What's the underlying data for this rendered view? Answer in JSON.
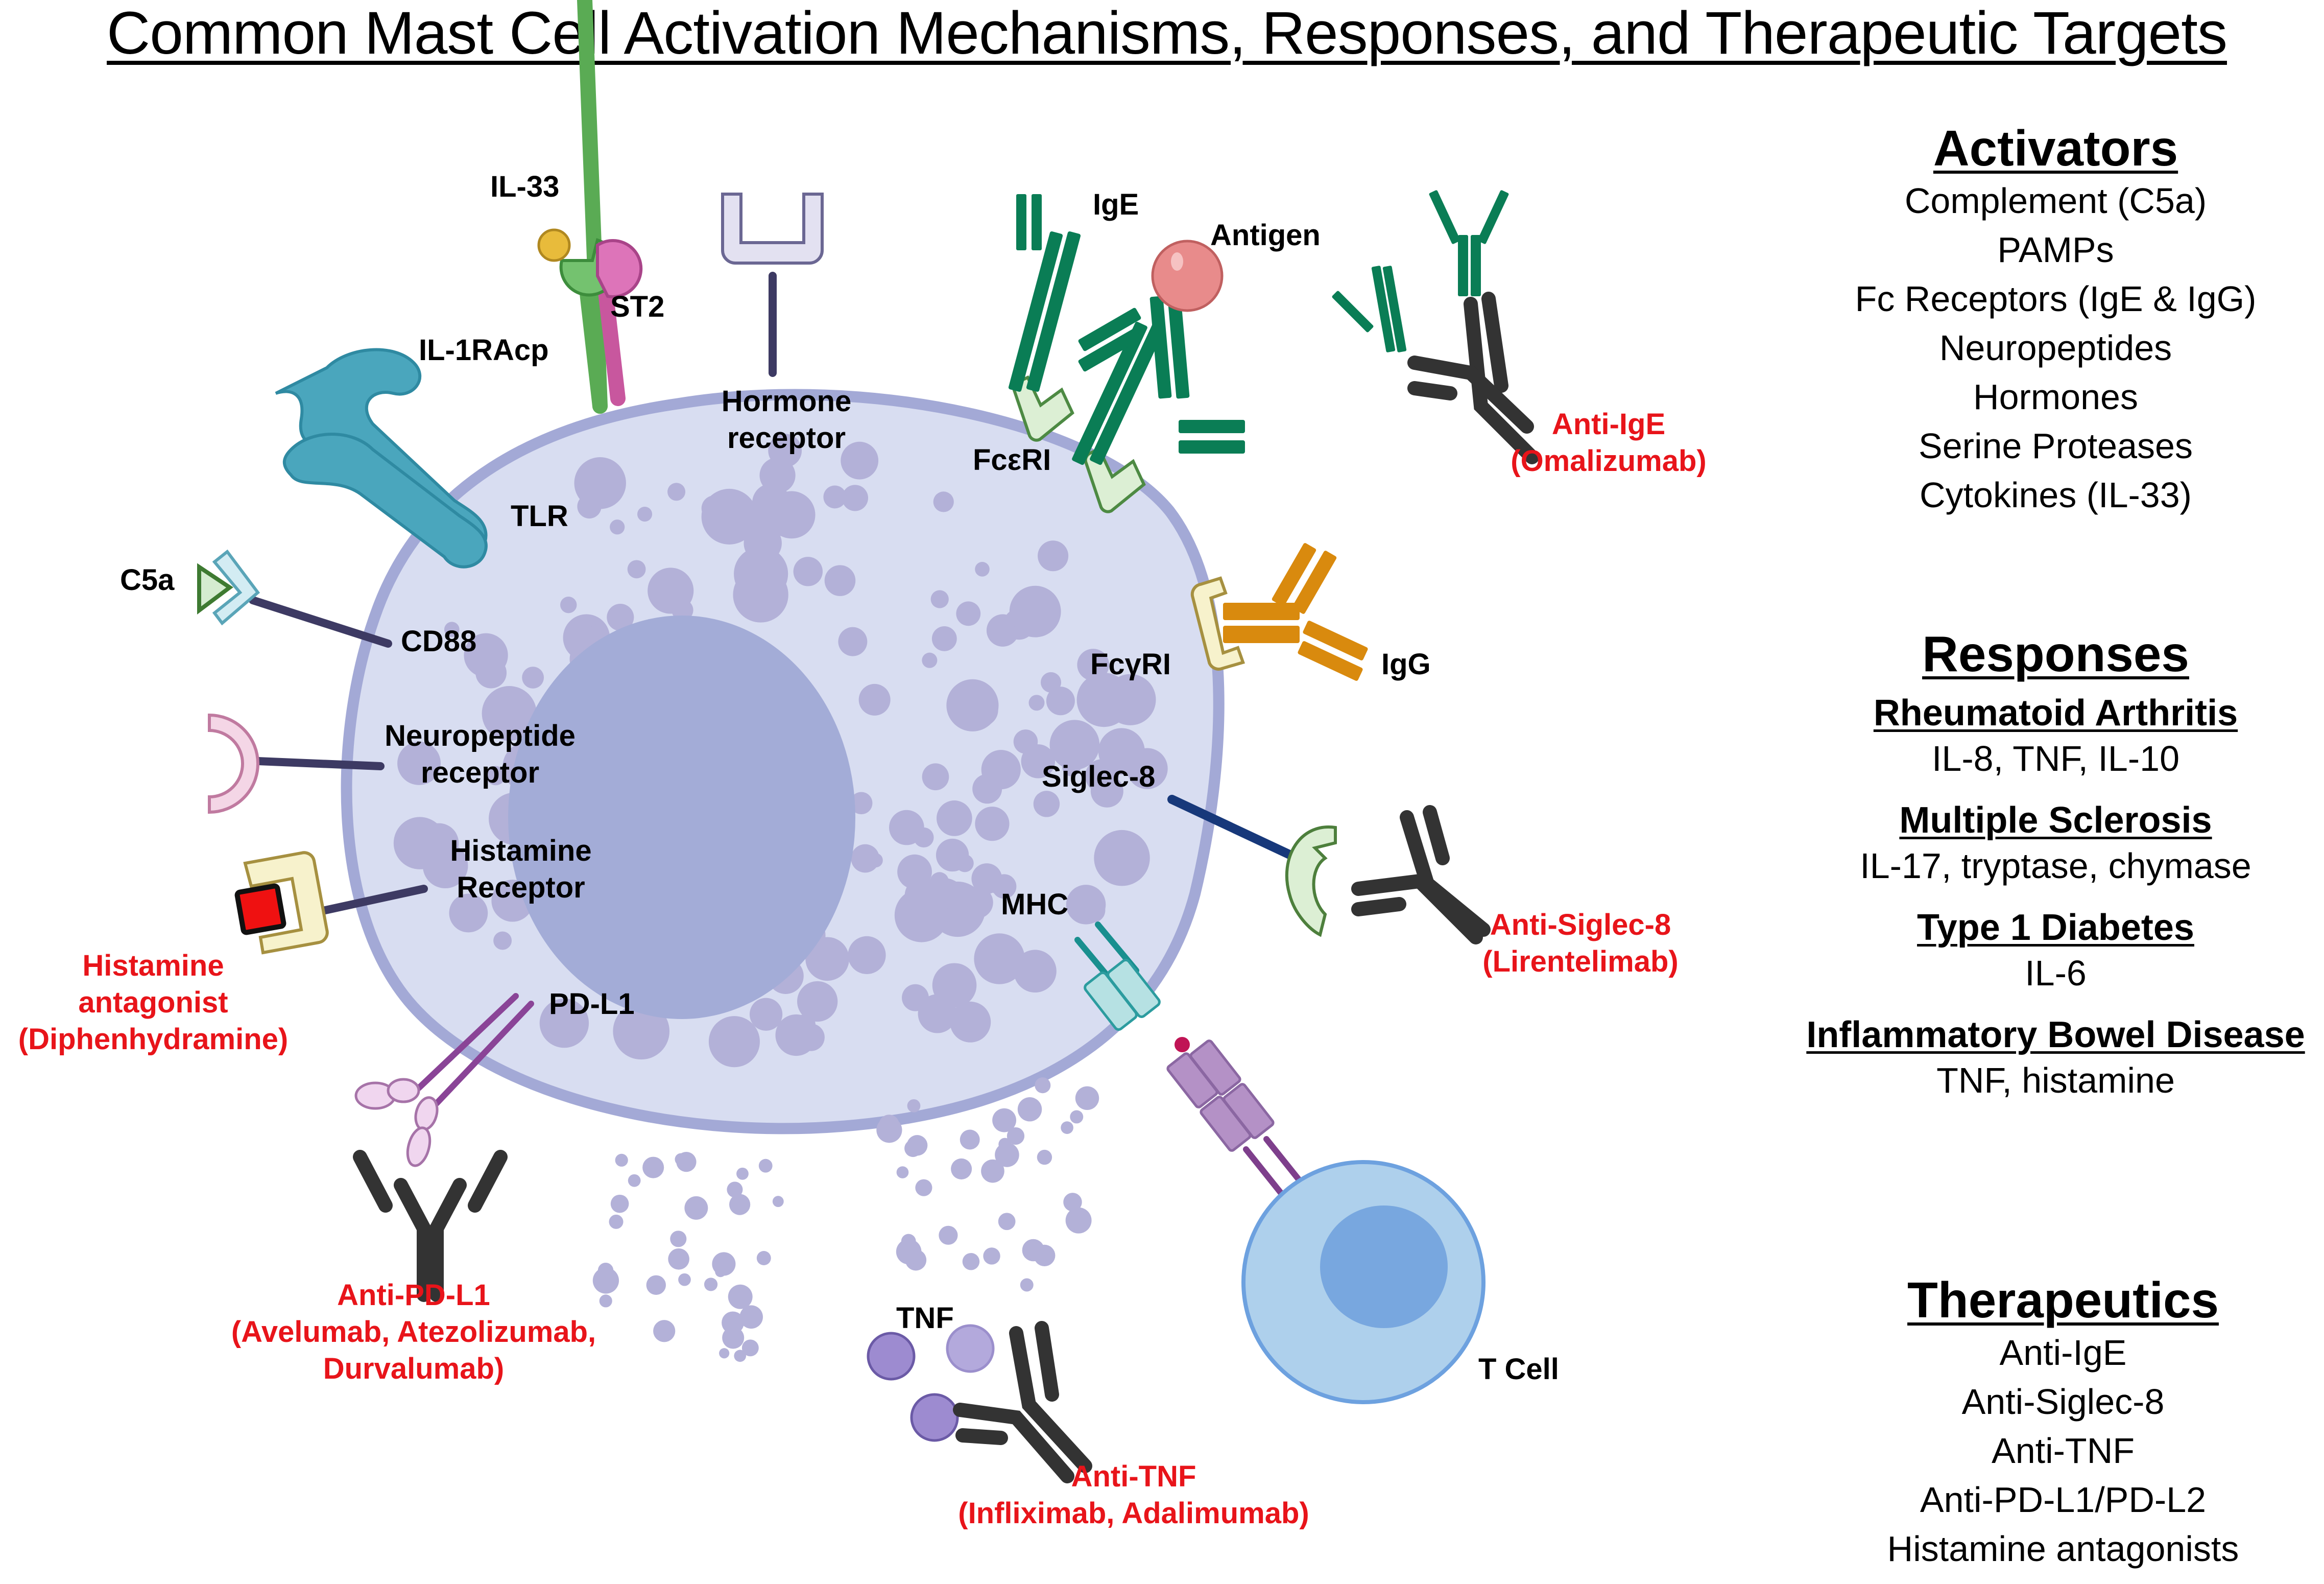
{
  "title": "Common Mast Cell Activation Mechanisms, Responses, and Therapeutic Targets",
  "colors": {
    "cell_cytoplasm": "#d8ddf1",
    "cell_membrane": "#a3a9d6",
    "granule": "#b3b1d8",
    "nucleus": "#a3acd7",
    "therapeutic_label": "#e8141a",
    "ige_antibody": "#0a7d55",
    "igg_antibody": "#d98a0e",
    "therapeutic_antibody": "#333333",
    "t_cell": "#aed0ec",
    "t_cell_nucleus": "#78a7df"
  },
  "diagram": {
    "receptors": {
      "il33": "IL-33",
      "st2": "ST2",
      "il1racp": "IL-1RAcp",
      "hormone": "Hormone receptor",
      "tlr": "TLR",
      "c5a": "C5a",
      "cd88": "CD88",
      "neuropeptide": "Neuropeptide receptor",
      "histamine": "Histamine Receptor",
      "pdl1": "PD-L1",
      "ige": "IgE",
      "antigen": "Antigen",
      "fceri": "FcεRI",
      "fcgri": "FcγRI",
      "igg": "IgG",
      "siglec8": "Siglec-8",
      "mhc": "MHC",
      "tnf": "TNF",
      "tcell": "T Cell"
    },
    "therapeutics": {
      "anti_ige": {
        "name": "Anti-IgE",
        "drug": "(Omalizumab)"
      },
      "anti_siglec8": {
        "name": "Anti-Siglec-8",
        "drug": "(Lirentelimab)"
      },
      "histamine_antagonist": {
        "name": "Histamine antagonist",
        "drug": "(Diphenhydramine)"
      },
      "anti_pdl1": {
        "name": "Anti-PD-L1",
        "drug": "(Avelumab, Atezolizumab, Durvalumab)"
      },
      "anti_tnf": {
        "name": "Anti-TNF",
        "drug": "(Infliximab, Adalimumab)"
      }
    }
  },
  "sidebar": {
    "activators": {
      "heading": "Activators",
      "items": [
        "Complement (C5a)",
        "PAMPs",
        "Fc Receptors (IgE & IgG)",
        "Neuropeptides",
        "Hormones",
        "Serine Proteases",
        "Cytokines (IL-33)"
      ]
    },
    "responses": {
      "heading": "Responses",
      "diseases": [
        {
          "name": "Rheumatoid Arthritis",
          "mediators": "IL-8, TNF, IL-10"
        },
        {
          "name": "Multiple Sclerosis",
          "mediators": "IL-17, tryptase, chymase"
        },
        {
          "name": "Type 1 Diabetes",
          "mediators": "IL-6"
        },
        {
          "name": "Inflammatory Bowel Disease",
          "mediators": "TNF, histamine"
        }
      ]
    },
    "therapeutics": {
      "heading": "Therapeutics",
      "items": [
        "Anti-IgE",
        "Anti-Siglec-8",
        "Anti-TNF",
        "Anti-PD-L1/PD-L2",
        "Histamine antagonists"
      ]
    }
  }
}
